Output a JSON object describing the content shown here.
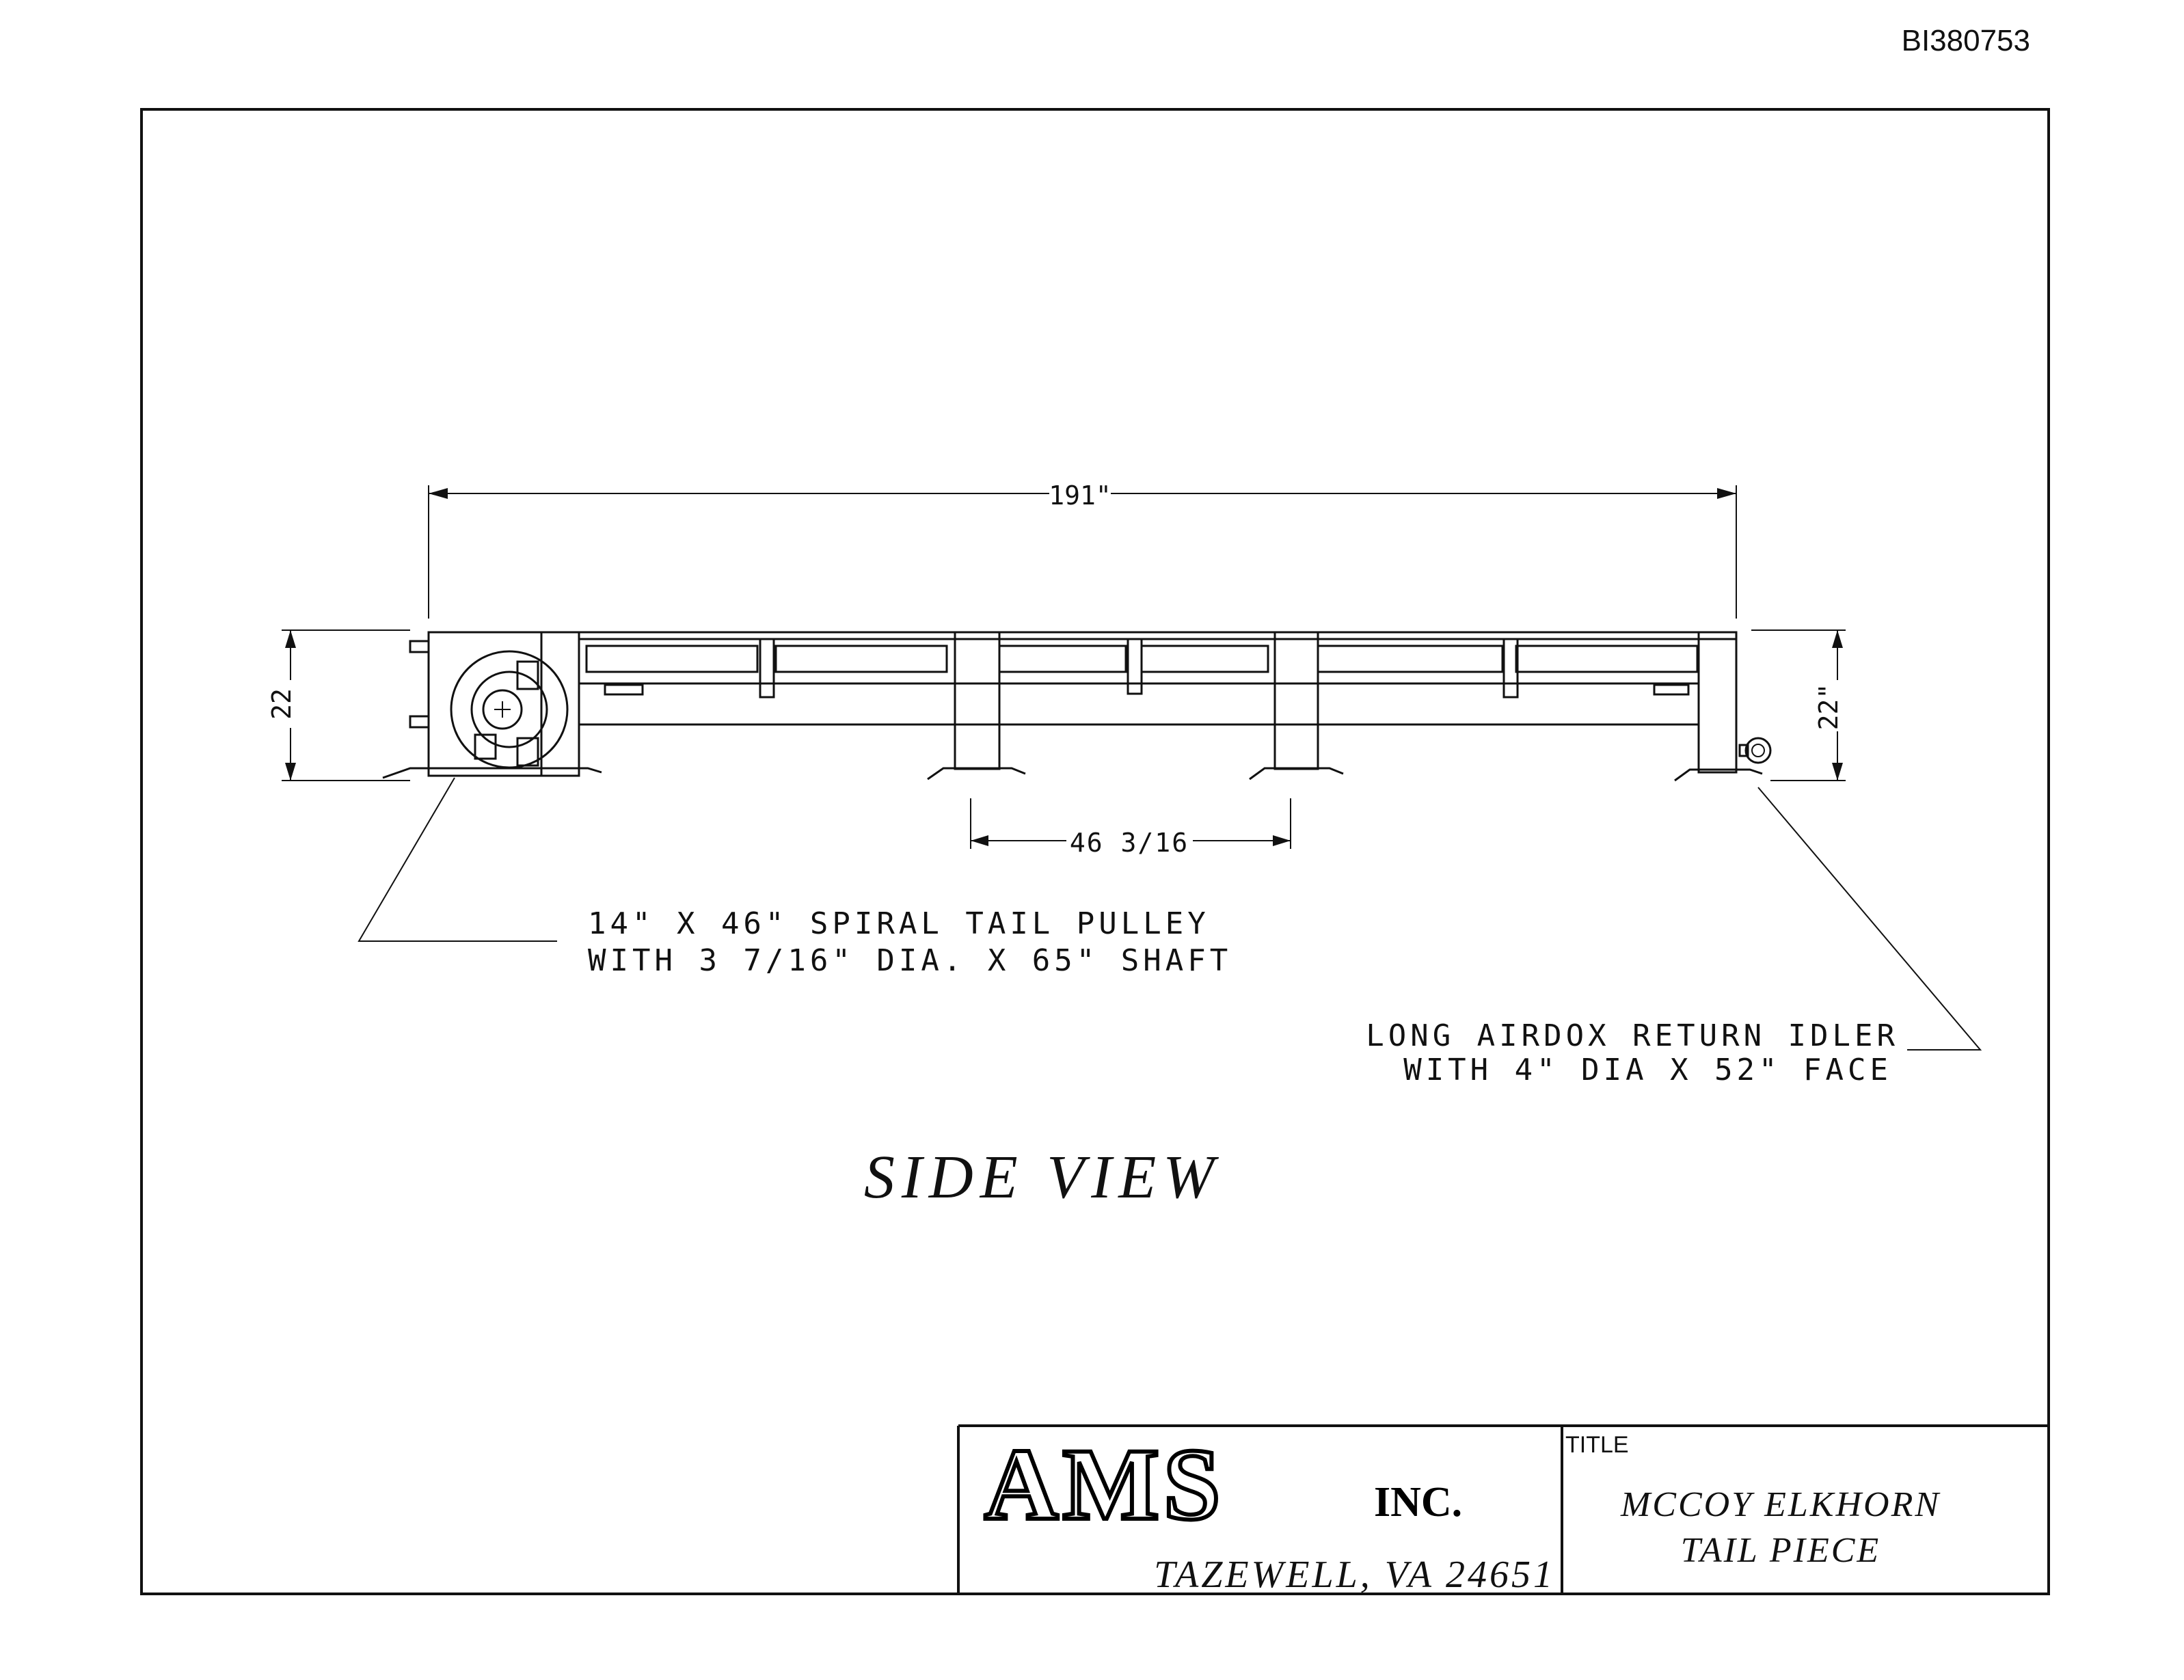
{
  "document_id": "BI380753",
  "view_title": "SIDE VIEW",
  "dimensions": {
    "overall_length": "191\"",
    "left_height": "22",
    "right_height": "22\"",
    "leg_spacing": "46 3/16"
  },
  "callouts": {
    "tail_pulley_line1": "14\" X 46\" SPIRAL TAIL PULLEY",
    "tail_pulley_line2": "WITH 3 7/16\" DIA. X 65\" SHAFT",
    "return_idler_line1": "LONG AIRDOX RETURN IDLER",
    "return_idler_line2": "WITH 4\" DIA X 52\" FACE"
  },
  "title_block": {
    "company": "AMS",
    "company_suffix": "INC.",
    "location": "TAZEWELL, VA 24651",
    "title_label": "TITLE",
    "title_line1": "MCCOY ELKHORN",
    "title_line2": "TAIL PIECE"
  }
}
